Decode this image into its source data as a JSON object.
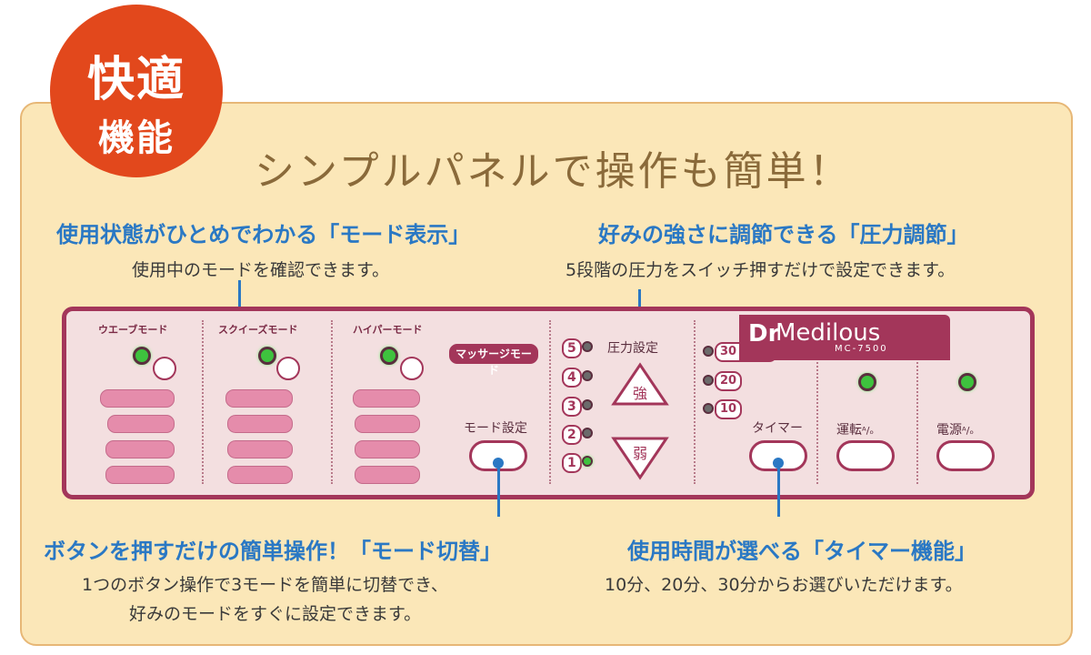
{
  "badge": {
    "line1": "快適",
    "line2": "機能"
  },
  "headline": "シンプルパネルで操作も簡単！",
  "callouts": {
    "mode_display": {
      "title": "使用状態がひとめでわかる「モード表示」",
      "text": "使用中のモードを確認できます。"
    },
    "pressure": {
      "title": "好みの強さに調節できる「圧力調節」",
      "text": "5段階の圧力をスイッチ押すだけで設定できます。"
    },
    "mode_switch": {
      "title": "ボタンを押すだけの簡単操作！「モード切替」",
      "text1": "1つのボタン操作で3モードを簡単に切替でき、",
      "text2": "好みのモードをすぐに設定できます。"
    },
    "timer": {
      "title": "使用時間が選べる「タイマー機能」",
      "text": "10分、20分、30分からお選びいただけます。"
    }
  },
  "panel": {
    "modes": [
      "ウエーブモード",
      "スクイーズモード",
      "ハイパーモード"
    ],
    "massage_mode_label": "マッサージモード",
    "mode_set_label": "モード設定",
    "pressure_label": "圧力設定",
    "pressure_levels": [
      "5",
      "4",
      "3",
      "2",
      "1"
    ],
    "strong_label": "強",
    "weak_label": "弱",
    "timer_options": [
      "30（分）",
      "20",
      "10"
    ],
    "timer_label": "タイマー",
    "run_label": "運転",
    "power_label": "電源",
    "toggle_glyph": "ᴬ/ₒ",
    "brand": "Medilous",
    "brand_prefix": "Dr",
    "model": "MC-7500"
  },
  "colors": {
    "accent": "#a3365a",
    "callout_blue": "#2a78c4",
    "badge_red": "#e2481c",
    "card_bg": "#fbe7b8"
  }
}
